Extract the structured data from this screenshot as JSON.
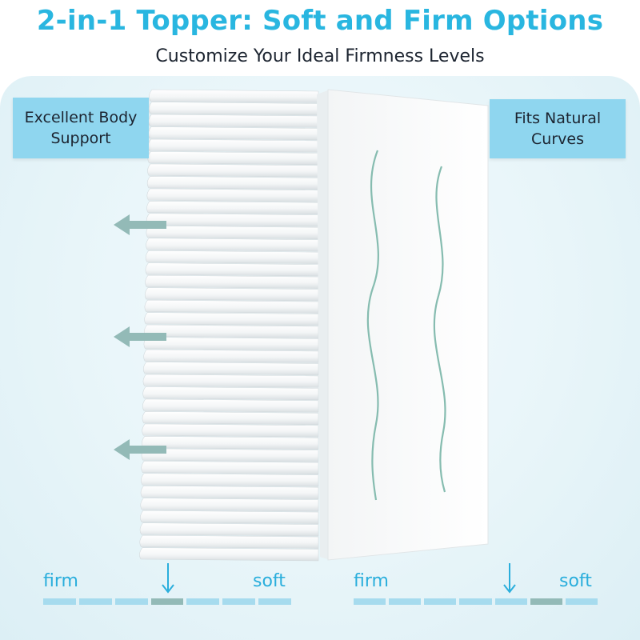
{
  "header": {
    "title": "2-in-1 Topper: Soft and Firm Options",
    "subtitle": "Customize Your Ideal Firmness Levels"
  },
  "callouts": {
    "left": "Excellent Body\nSupport",
    "right": "Fits Natural\nCurves"
  },
  "scales": [
    {
      "left_label": "firm",
      "right_label": "soft",
      "segments": 7,
      "active_segment": 3
    },
    {
      "left_label": "firm",
      "right_label": "soft",
      "segments": 7,
      "active_segment": 5
    }
  ],
  "colors": {
    "title": "#29b6e0",
    "callout_bg": "#8fd6ef",
    "scale_segment": "#a6dbee",
    "scale_active": "#93bab7",
    "arrow": "#93bab7"
  },
  "icons": [
    "left-arrow-icon",
    "down-arrow-icon"
  ]
}
